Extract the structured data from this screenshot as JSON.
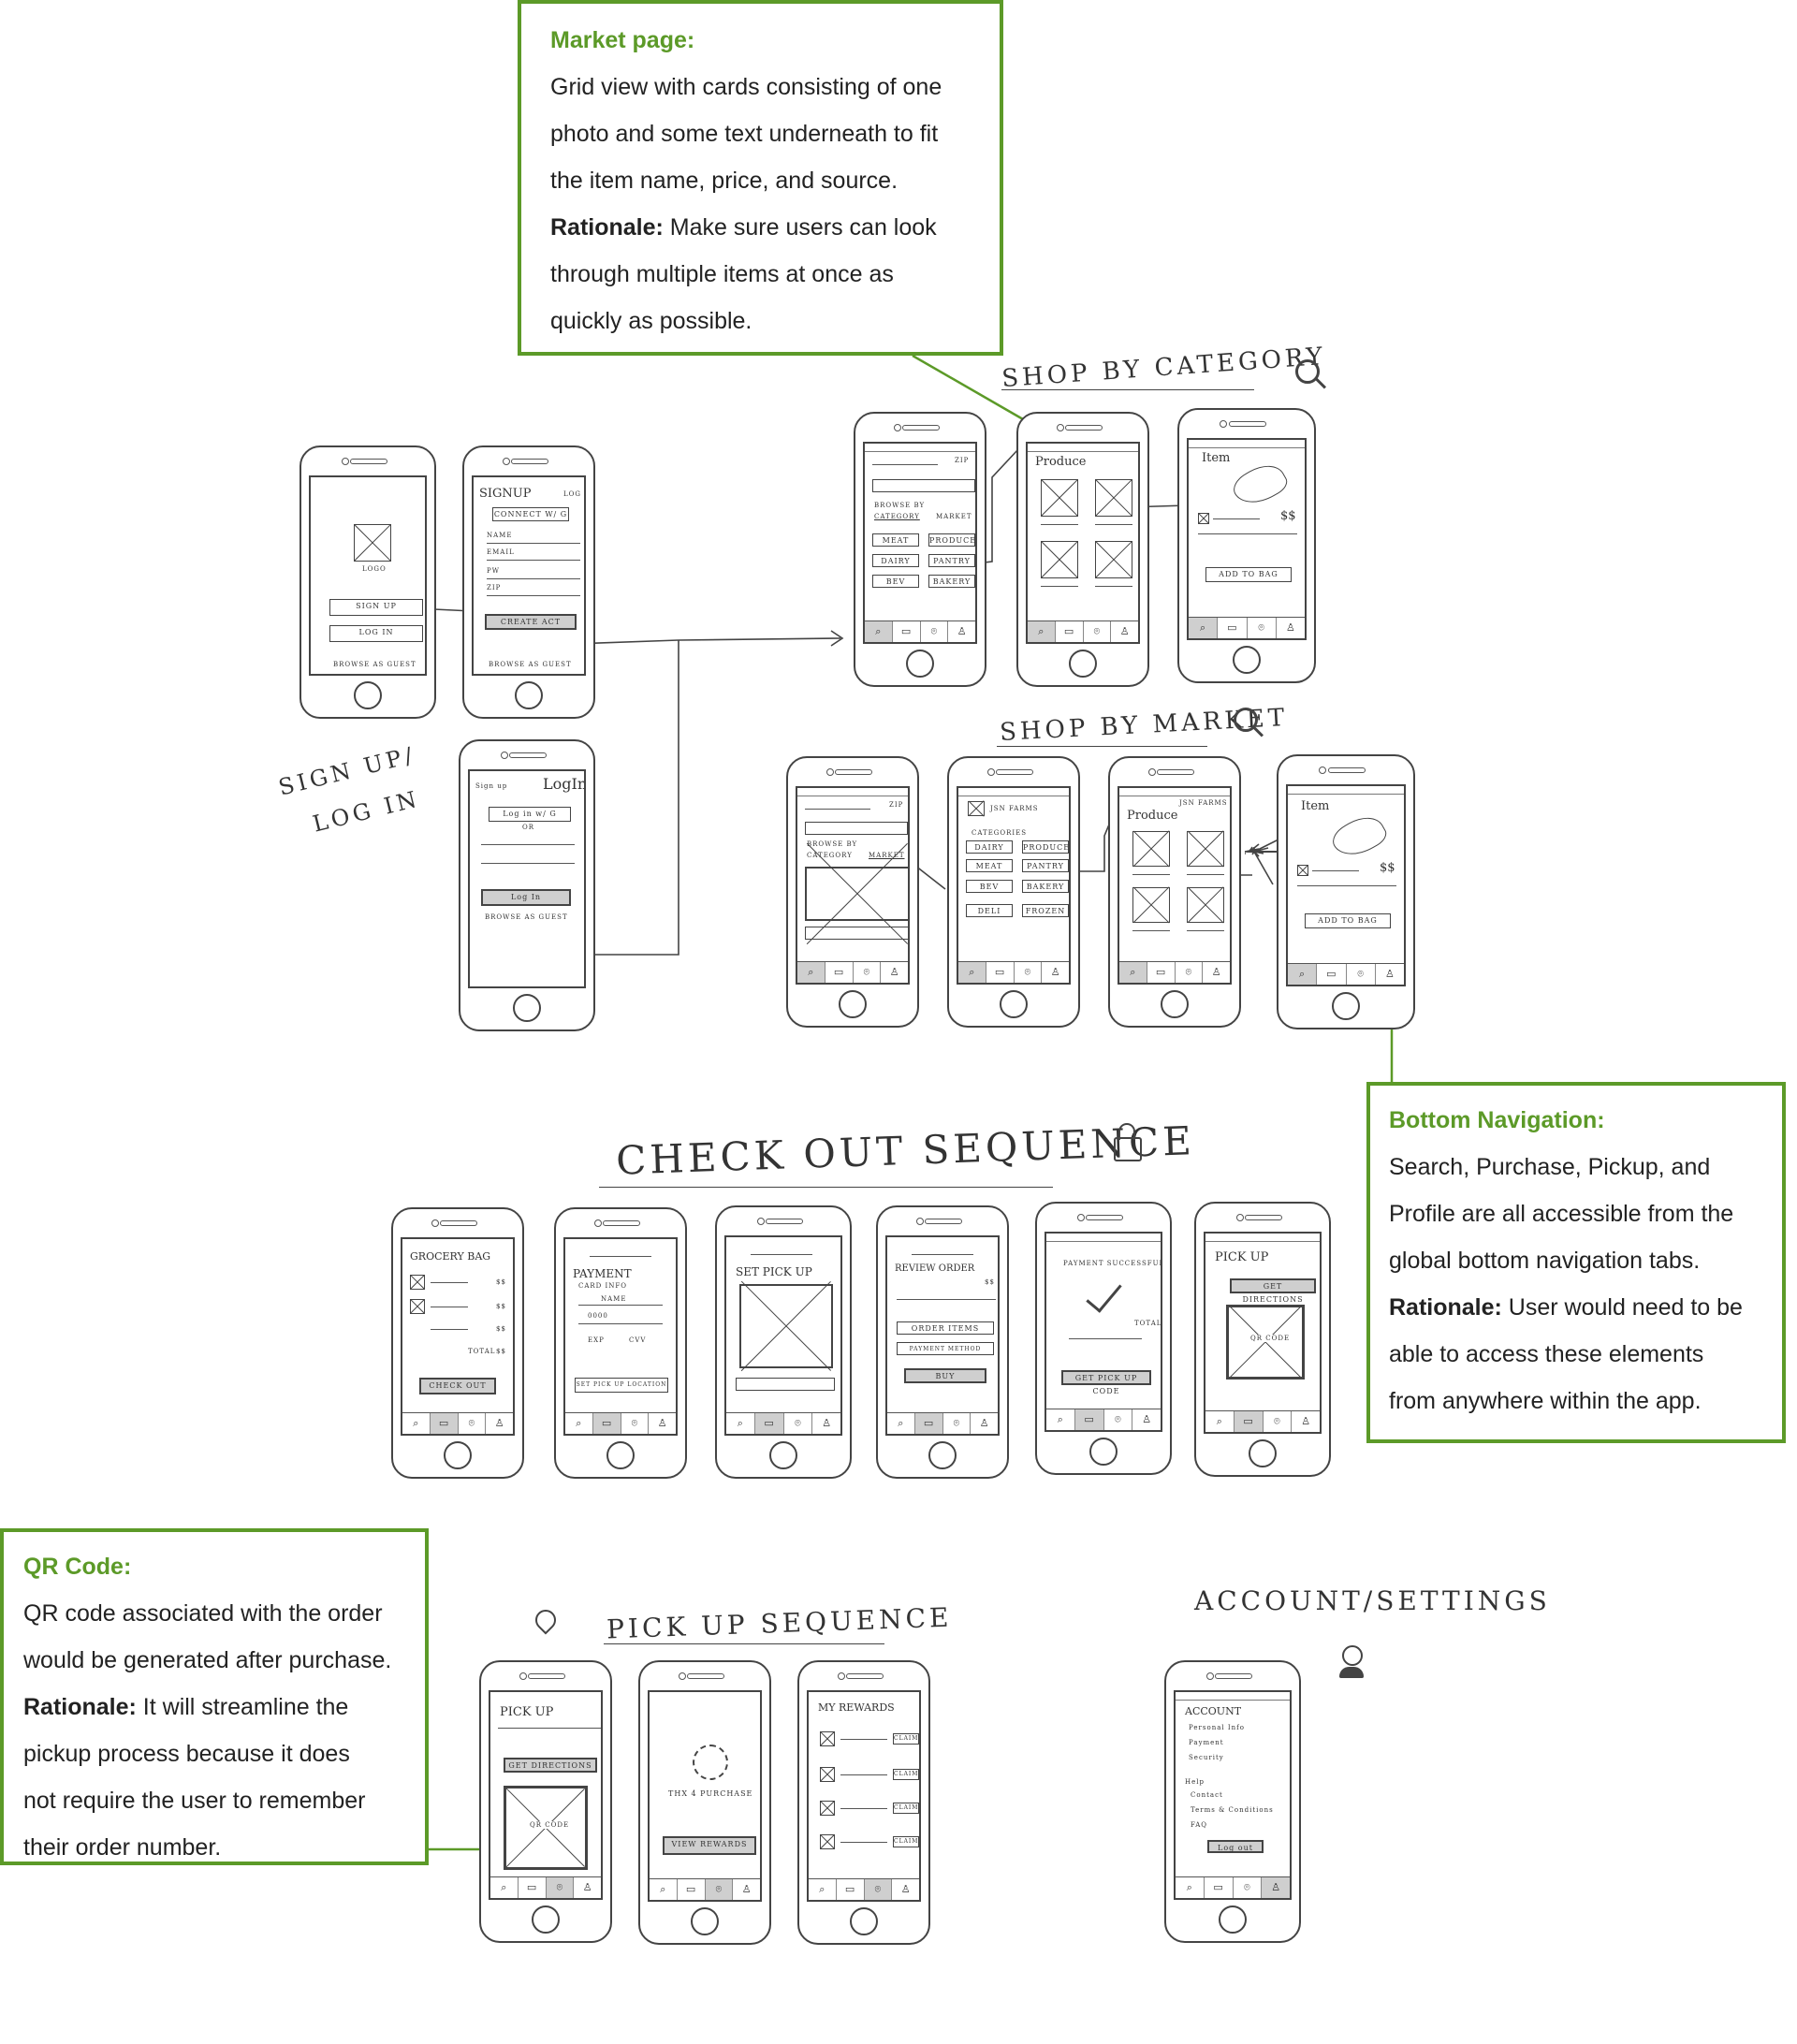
{
  "notes": {
    "market": {
      "title": "Market page:",
      "lines": [
        "Grid view with cards consisting of one",
        "photo and some text underneath to fit",
        "the item name, price, and source."
      ],
      "rationale_label": "Rationale:",
      "rationale_first": " Make sure users can look",
      "rationale_rest": [
        "through multiple items at once as",
        "quickly as possible."
      ]
    },
    "bottom_nav": {
      "title": "Bottom Navigation:",
      "lines": [
        "Search, Purchase, Pickup, and",
        "Profile are all accessible from the",
        "global bottom navigation tabs."
      ],
      "rationale_label": "Rationale:",
      "rationale_first": " User would need to be",
      "rationale_rest": [
        "able to access these elements",
        "from anywhere within the app."
      ]
    },
    "qr": {
      "title": "QR Code:",
      "lines": [
        "QR code associated with the order",
        "would be generated after purchase."
      ],
      "rationale_label": "Rationale:",
      "rationale_first": " It will streamline the",
      "rationale_rest": [
        "pickup process because it does",
        "not require the user to remember",
        "their order number."
      ]
    }
  },
  "section_titles": {
    "shop_by_category": "SHOP BY CATEGORY",
    "shop_by_market": "SHOP BY MARKET",
    "signup_login_1": "SIGN UP/",
    "signup_login_2": "LOG IN",
    "checkout": "CHECK OUT SEQUENCE",
    "pickup": "PICK UP SEQUENCE",
    "account": "ACCOUNT/SETTINGS"
  },
  "screens": {
    "welcome": {
      "logo": "LOGO",
      "sign_up": "SIGN UP",
      "log_in": "LOG IN",
      "guest": "BROWSE AS GUEST"
    },
    "signup": {
      "title": "SIGNUP",
      "login_link": "LOG IN",
      "connect": "CONNECT W/ G",
      "name": "NAME",
      "email": "EMAIL",
      "pw": "PW",
      "zip": "ZIP",
      "create": "CREATE ACT",
      "guest": "BROWSE AS GUEST"
    },
    "login": {
      "signup_link": "Sign up",
      "title": "LogIn",
      "login_g": "Log in w/ G",
      "or": "OR",
      "login_btn": "Log In",
      "guest": "BROWSE AS GUEST"
    },
    "browse_cat": {
      "zip": "ZIP",
      "browse_by": "BROWSE BY",
      "category": "CATEGORY",
      "market": "MARKET",
      "cats": [
        "MEAT",
        "PRODUCE",
        "DAIRY",
        "PANTRY",
        "BEV",
        "BAKERY"
      ]
    },
    "produce": {
      "title": "Produce"
    },
    "item": {
      "title": "Item",
      "price": "$$",
      "add": "ADD TO BAG"
    },
    "browse_market": {
      "zip": "ZIP",
      "browse_by": "BROWSE BY",
      "category": "CATEGORY",
      "market": "MARKET"
    },
    "market_detail": {
      "name": "JSN FARMS",
      "categories": "CATEGORIES",
      "cats": [
        "DAIRY",
        "PRODUCE",
        "MEAT",
        "PANTRY",
        "BEV",
        "BAKERY",
        "DELI",
        "FROZEN"
      ]
    },
    "market_produce": {
      "farm": "JSN FARMS",
      "title": "Produce"
    },
    "item2": {
      "title": "Item",
      "price": "$$",
      "add": "ADD TO BAG"
    },
    "bag": {
      "title": "GROCERY BAG",
      "p1": "$$",
      "p2": "$$",
      "p3": "$$",
      "total_label": "TOTAL",
      "total": "$$",
      "checkout": "CHECK OUT"
    },
    "payment": {
      "title": "PAYMENT",
      "card": "CARD INFO",
      "name": "NAME",
      "num": "0000",
      "exp": "EXP",
      "cvv": "CVV",
      "btn": "SET PICK UP LOCATION"
    },
    "set_pickup": {
      "title": "SET PICK UP"
    },
    "review": {
      "title": "REVIEW ORDER",
      "price": "$$",
      "items": "ORDER ITEMS",
      "method": "PAYMENT METHOD",
      "buy": "BUY"
    },
    "success": {
      "title": "PAYMENT SUCCESSFUL",
      "total": "TOTAL",
      "btn": "GET PICK UP CODE"
    },
    "pickup_code": {
      "title": "PICK UP",
      "directions": "GET DIRECTIONS",
      "qr": "QR CODE"
    },
    "pickup2": {
      "title": "PICK UP",
      "directions": "GET DIRECTIONS",
      "qr": "QR CODE"
    },
    "thanks": {
      "text": "THX 4 PURCHASE",
      "btn": "VIEW REWARDS"
    },
    "rewards": {
      "title": "MY REWARDS",
      "claim": "CLAIM"
    },
    "account": {
      "title": "ACCOUNT",
      "items": [
        "Personal Info",
        "Payment",
        "Security"
      ],
      "help": "Help",
      "help_items": [
        "Contact",
        "Terms & Conditions",
        "FAQ"
      ],
      "logout": "Log out"
    }
  },
  "colors": {
    "accent": "#5c9a28",
    "ink": "#444444",
    "selected": "#cfcfcf"
  }
}
